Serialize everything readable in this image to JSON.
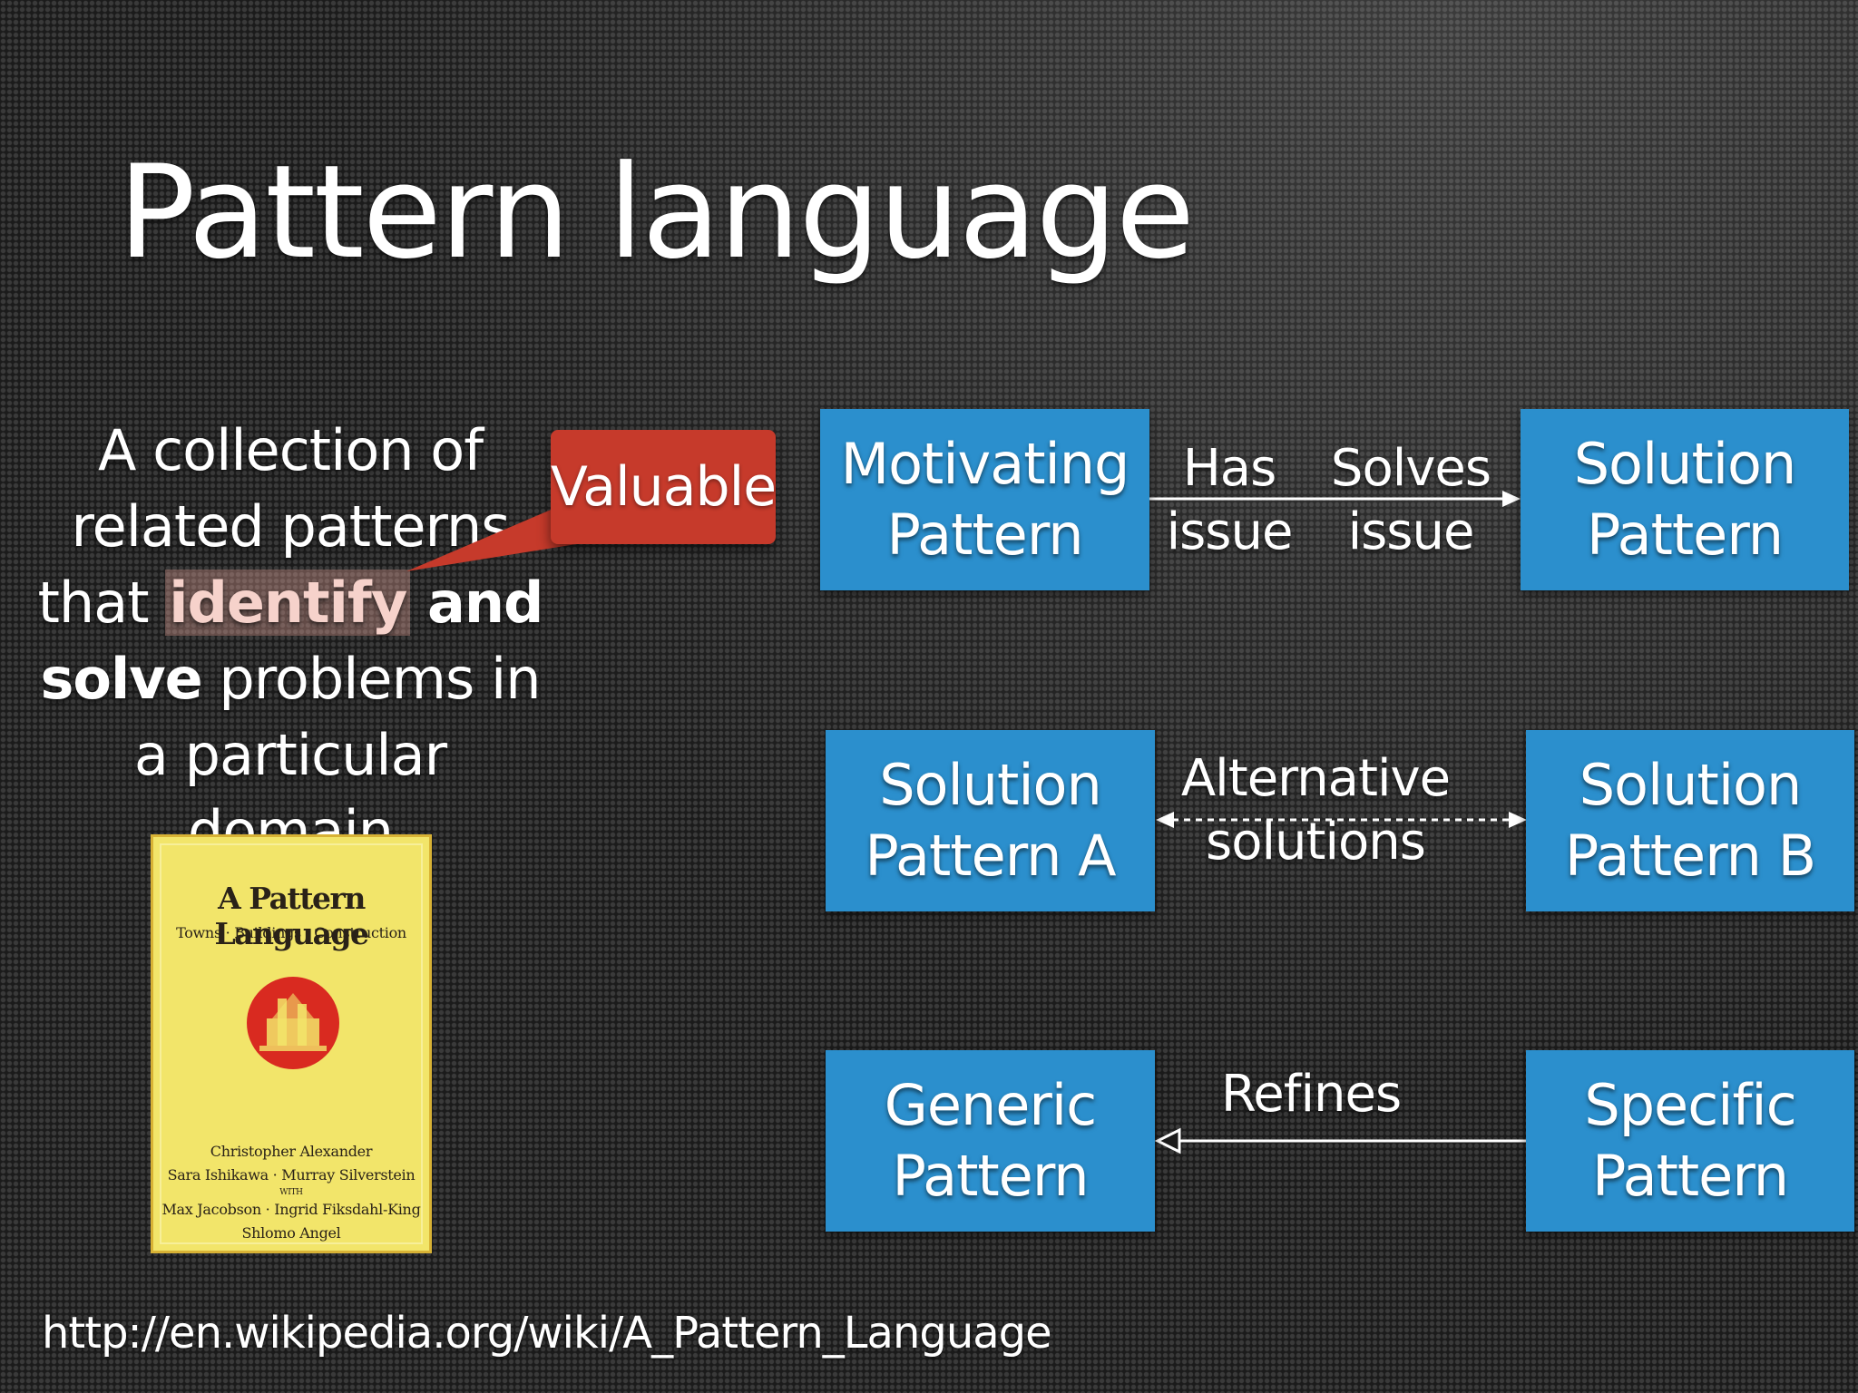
{
  "title": "Pattern language",
  "description": {
    "line1": "A collection of",
    "line2": "related patterns",
    "line3_pre": "that ",
    "line3_highlight": "identify",
    "line3_bold": "and",
    "line4_bold": "solve",
    "line4_rest": "problems in",
    "line5": "a particular domain"
  },
  "callout": "Valuable",
  "book": {
    "title": "A Pattern Language",
    "subtitle": "Towns · Buildings · Construction",
    "authors_1": "Christopher Alexander",
    "authors_2": "Sara Ishikawa · Murray Silverstein",
    "with": "WITH",
    "authors_3": "Max Jacobson · Ingrid Fiksdahl-King",
    "authors_4": "Shlomo Angel"
  },
  "diagram": {
    "row1": {
      "left_box": [
        "Motivating",
        "Pattern"
      ],
      "right_box": [
        "Solution",
        "Pattern"
      ],
      "label_left": [
        "Has",
        "issue"
      ],
      "label_right": [
        "Solves",
        "issue"
      ]
    },
    "row2": {
      "left_box": [
        "Solution",
        "Pattern A"
      ],
      "right_box": [
        "Solution",
        "Pattern B"
      ],
      "label": [
        "Alternative",
        "solutions"
      ]
    },
    "row3": {
      "left_box": [
        "Generic",
        "Pattern"
      ],
      "right_box": [
        "Specific",
        "Pattern"
      ],
      "label": "Refines"
    }
  },
  "url": "http://en.wikipedia.org/wiki/A_Pattern_Language",
  "colors": {
    "box_fill": "#2b8fcd",
    "callout_fill": "#c63a2b",
    "book_cover": "#f2e56a",
    "emblem_red": "#d92a20"
  }
}
